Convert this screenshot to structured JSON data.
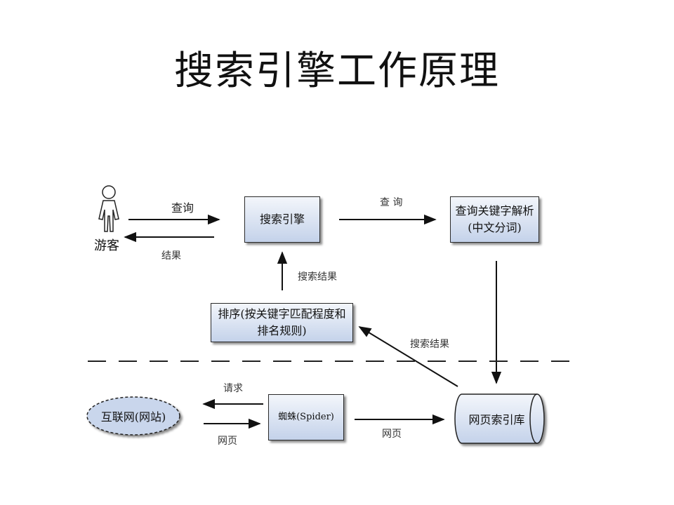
{
  "title": "搜索引擎工作原理",
  "nodes": {
    "visitor": "游客",
    "search_engine": "搜索引擎",
    "keyword_parse": "查询关键字解析(中文分词)",
    "ranking": "排序(按关键字匹配程度和排名规则)",
    "internet": "互联网(网站)",
    "spider": "蜘蛛(Spider)",
    "index_db": "网页索引库"
  },
  "edges": {
    "visitor_to_engine": "查询",
    "engine_to_visitor": "结果",
    "engine_to_parse": "查 询",
    "ranking_to_engine": "搜索结果",
    "index_to_ranking": "搜索结果",
    "spider_to_internet": "请求",
    "internet_to_spider": "网页",
    "spider_to_index": "网页"
  },
  "colors": {
    "box_fill_top": "#f3f6fb",
    "box_fill_bottom": "#c4d2ea",
    "ellipse_fill": "#c9d6ec",
    "line": "#111111"
  }
}
